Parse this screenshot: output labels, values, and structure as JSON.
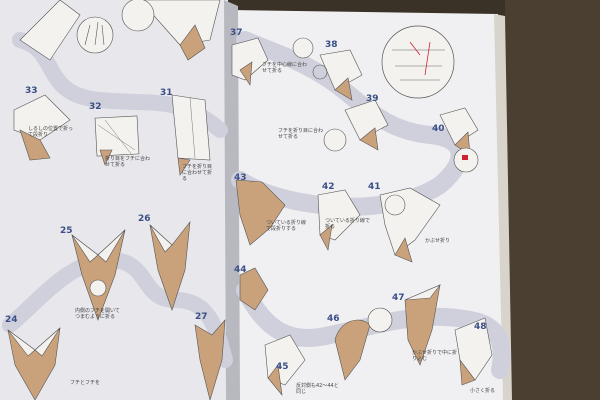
{
  "scene": {
    "description_colors": {
      "background_fabric": "#3a3226",
      "page_paper": "#ececf0",
      "flow_path": "#cfd0dc",
      "origami_paper_brown": "#c9a27c",
      "origami_paper_white": "#f4f2ee",
      "step_number_blue": "#3b4f86"
    }
  },
  "left_page": {
    "steps": [
      {
        "n": "33",
        "note": "しるしの位置で折って段折り"
      },
      {
        "n": "32",
        "note": "折り目をフチに合わせて折る"
      },
      {
        "n": "31",
        "note": "フチを折り目に合わせて折る"
      },
      {
        "n": "25",
        "note": ""
      },
      {
        "n": "26",
        "note": "内側のフチを開いてつまむように折る"
      },
      {
        "n": "24",
        "note": "フチとフチを"
      },
      {
        "n": "27",
        "note": ""
      }
    ]
  },
  "right_page": {
    "steps": [
      {
        "n": "37",
        "note": "フチを中心線に合わせて折る"
      },
      {
        "n": "38",
        "note": ""
      },
      {
        "n": "39",
        "note": "フチを折り目に合わせて折る"
      },
      {
        "n": "40",
        "note": ""
      },
      {
        "n": "41",
        "note": "ついている折り線で折る"
      },
      {
        "n": "42",
        "note": "ついている折り線で段折りする"
      },
      {
        "n": "43",
        "note": "かぶせ折り"
      },
      {
        "n": "44",
        "note": ""
      },
      {
        "n": "45",
        "note": "反対側も42〜44と同じ"
      },
      {
        "n": "46",
        "note": ""
      },
      {
        "n": "47",
        "note": "かぶせ折りで中に折り込む"
      },
      {
        "n": "48",
        "note": "小さく折る"
      }
    ]
  }
}
